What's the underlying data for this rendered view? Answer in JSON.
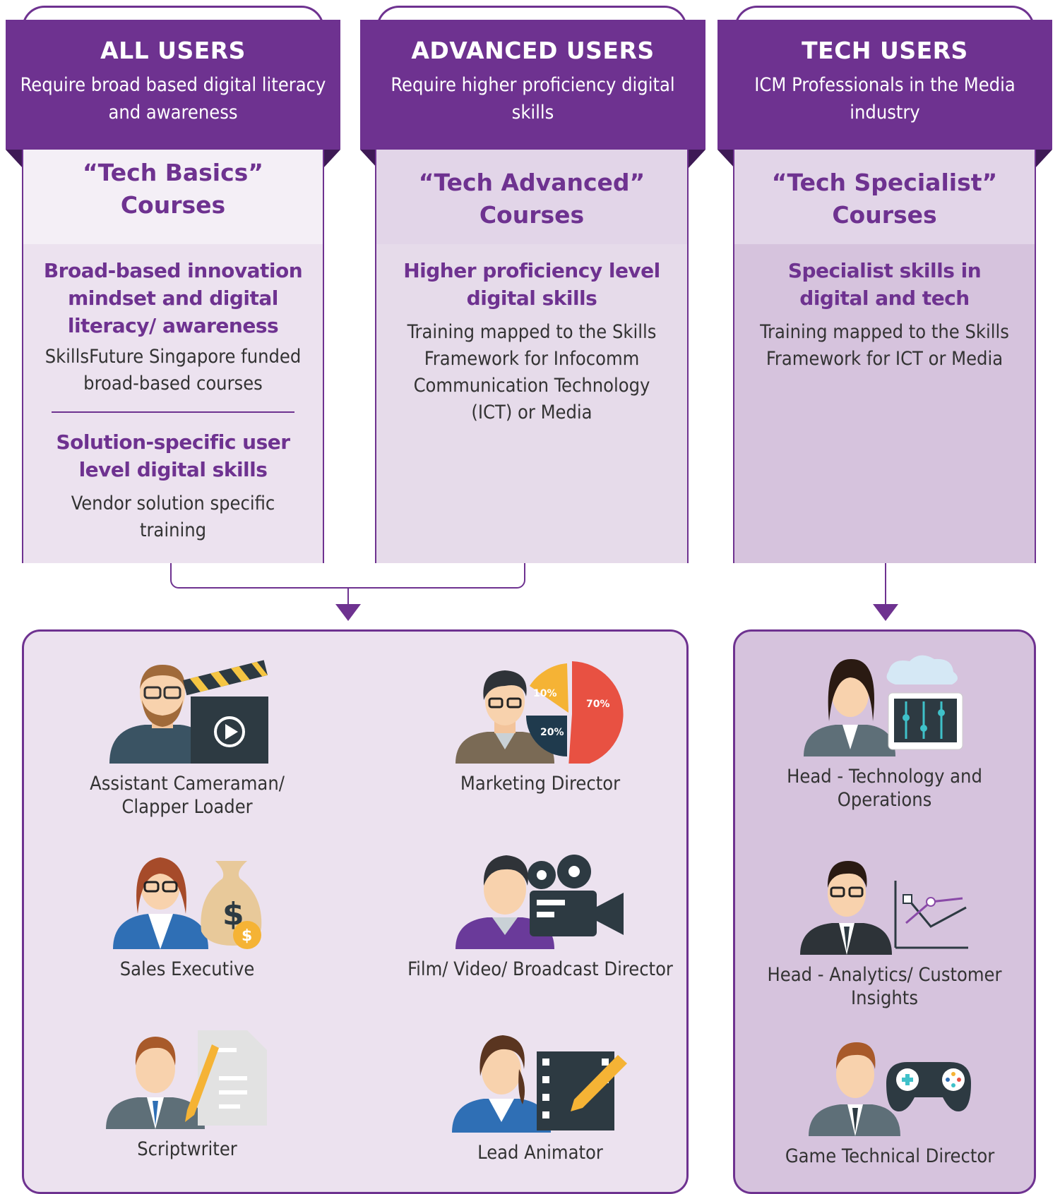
{
  "columns": [
    {
      "title": "ALL USERS",
      "subtitle": "Require broad based digital literacy and awareness",
      "course_line1": "“Tech Basics”",
      "course_line2": "Courses",
      "sections": [
        {
          "heading": "Broad-based innovation mindset and digital literacy/ awareness",
          "text": "SkillsFuture Singapore funded broad-based courses"
        },
        {
          "heading": "Solution-specific user level digital skills",
          "text": "Vendor solution specific training"
        }
      ]
    },
    {
      "title": "ADVANCED USERS",
      "subtitle": "Require higher proficiency digital skills",
      "course_line1": "“Tech Advanced”",
      "course_line2": "Courses",
      "sections": [
        {
          "heading": "Higher proficiency level digital skills",
          "text": "Training mapped to the Skills Framework for Infocomm Communication Technology (ICT) or Media"
        }
      ]
    },
    {
      "title": "TECH USERS",
      "subtitle": "ICM Professionals in the Media industry",
      "course_line1": "“Tech Specialist”",
      "course_line2": "Courses",
      "sections": [
        {
          "heading": "Specialist skills in digital and tech",
          "text": "Training mapped to the Skills Framework for ICT or Media"
        }
      ]
    }
  ],
  "roles_left": [
    {
      "label": "Assistant Cameraman/ Clapper Loader",
      "icon": "cameraman-clapperboard-icon"
    },
    {
      "label": "Marketing Director",
      "icon": "marketing-pie-chart-icon"
    },
    {
      "label": "Sales Executive",
      "icon": "sales-money-bag-icon"
    },
    {
      "label": "Film/ Video/ Broadcast Director",
      "icon": "director-camera-icon"
    },
    {
      "label": "Scriptwriter",
      "icon": "scriptwriter-document-icon"
    },
    {
      "label": "Lead Animator",
      "icon": "animator-film-pencil-icon"
    }
  ],
  "roles_right": [
    {
      "label": "Head - Technology and Operations",
      "icon": "tech-operations-cloud-icon"
    },
    {
      "label": "Head - Analytics/ Customer Insights",
      "icon": "analytics-line-chart-icon"
    },
    {
      "label": "Game Technical Director",
      "icon": "game-controller-icon"
    }
  ],
  "pie_labels": {
    "a": "10%",
    "b": "20%",
    "c": "70%"
  },
  "colors": {
    "purple": "#6e3290",
    "panel_light": "#ece2ef",
    "panel_mid": "#e2d5e8",
    "panel_dark": "#d6c3dd",
    "card_light": "#f4eff6"
  }
}
